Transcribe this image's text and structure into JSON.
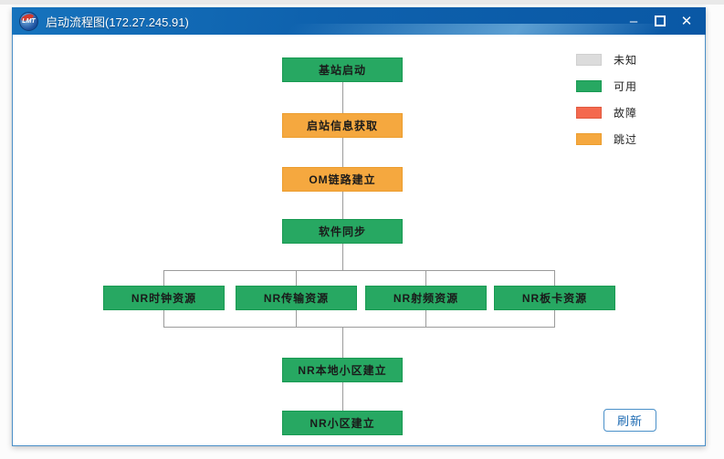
{
  "window": {
    "title": "启动流程图(172.27.245.91)",
    "logo_text": "LMT",
    "controls": {
      "minimize": "–",
      "close": "✕"
    }
  },
  "legend": {
    "items": [
      {
        "label": "未知",
        "status": "unknown",
        "color": "#dcdcdc"
      },
      {
        "label": "可用",
        "status": "available",
        "color": "#27a862"
      },
      {
        "label": "故障",
        "status": "fault",
        "color": "#f4694e"
      },
      {
        "label": "跳过",
        "status": "skipped",
        "color": "#f5a83f"
      }
    ]
  },
  "flow": {
    "nodes": [
      {
        "id": "base-station-start",
        "label": "基站启动",
        "status": "available"
      },
      {
        "id": "station-info-acquisition",
        "label": "启站信息获取",
        "status": "skipped"
      },
      {
        "id": "om-link-setup",
        "label": "OM链路建立",
        "status": "skipped"
      },
      {
        "id": "software-sync",
        "label": "软件同步",
        "status": "available"
      },
      {
        "id": "nr-clock-resource",
        "label": "NR时钟资源",
        "status": "available"
      },
      {
        "id": "nr-transport-resource",
        "label": "NR传输资源",
        "status": "available"
      },
      {
        "id": "nr-rf-resource",
        "label": "NR射频资源",
        "status": "available"
      },
      {
        "id": "nr-board-resource",
        "label": "NR板卡资源",
        "status": "available"
      },
      {
        "id": "nr-local-cell-setup",
        "label": "NR本地小区建立",
        "status": "available"
      },
      {
        "id": "nr-cell-setup",
        "label": "NR小区建立",
        "status": "available"
      }
    ]
  },
  "actions": {
    "refresh_label": "刷新"
  }
}
